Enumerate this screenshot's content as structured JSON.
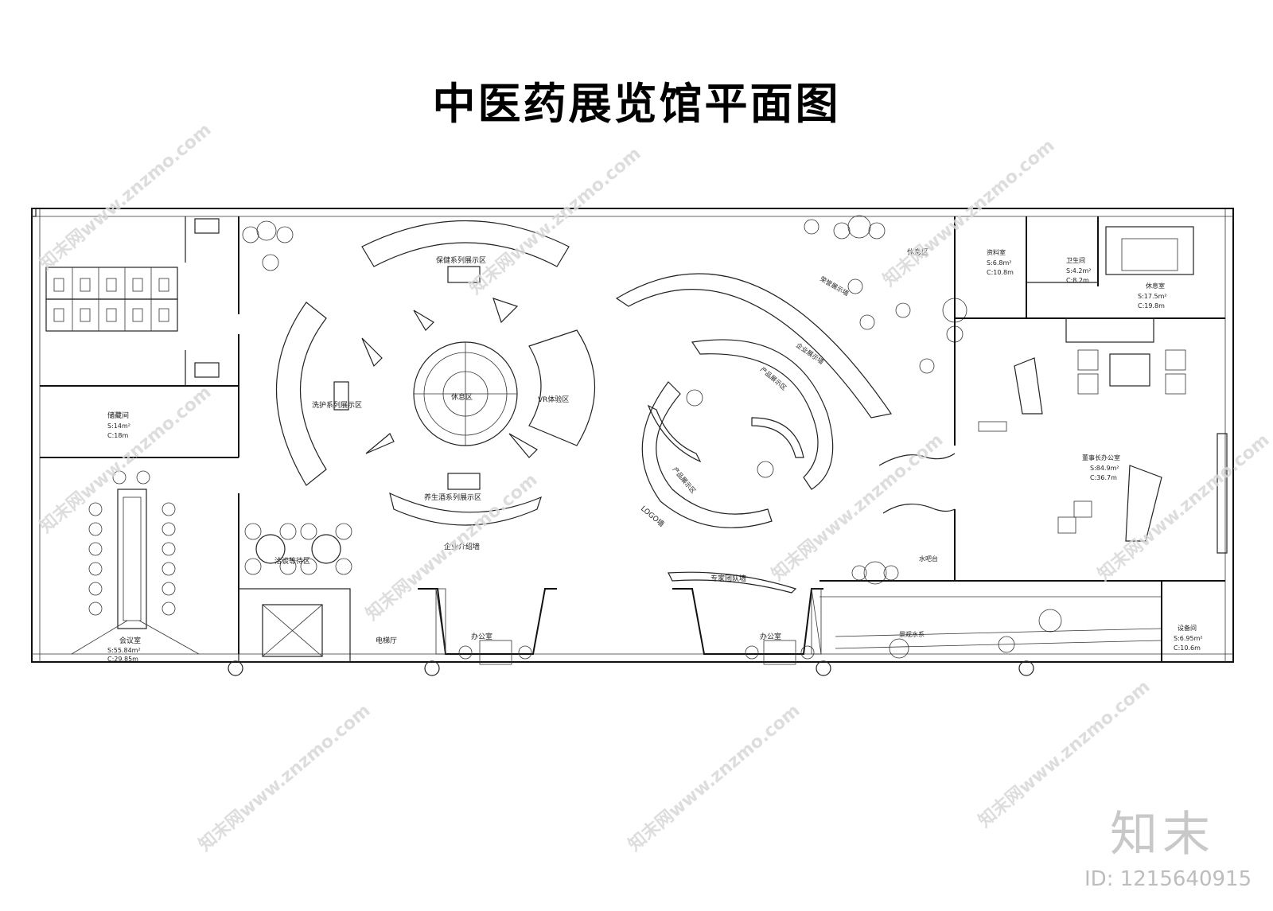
{
  "title": "中医药展览馆平面图",
  "rooms": {
    "storage": {
      "name": "储藏间",
      "area": "S:14m²",
      "perimeter": "C:18m"
    },
    "meeting": {
      "name": "会议室",
      "area": "S:55.84m²",
      "perimeter": "C:29.85m"
    },
    "negotiation": "洽谈等待区",
    "elevator": "电梯厅",
    "office_left": "办公室",
    "office_right": "办公室",
    "material": {
      "name": "资料室",
      "area": "S:6.8m²",
      "perimeter": "C:10.8m"
    },
    "washroom": {
      "name": "卫生间",
      "area": "S:4.2m²",
      "perimeter": "C:8.2m"
    },
    "rest_room": {
      "name": "休息室",
      "area": "S:17.5m²",
      "perimeter": "C:19.8m"
    },
    "chairman": {
      "name": "董事长办公室",
      "area": "S:84.9m²",
      "perimeter": "C:36.7m"
    },
    "equipment": {
      "name": "设备间",
      "area": "S:6.95m²",
      "perimeter": "C:10.6m"
    }
  },
  "zones": {
    "health_series": "保健系列展示区",
    "care_series": "洗护系列展示区",
    "rest_center": "休息区",
    "vr": "VR体验区",
    "wellness_wine": "养生酒系列展示区",
    "company_wall": "企业介绍墙",
    "honor_wall": "荣誉展示墙",
    "rest_right": "休息区",
    "product_wall": "企业展示墙",
    "product_a": "产品展示区",
    "product_b": "产品展示区",
    "logo_wall": "LOGO墙",
    "expert_wall": "专家团队墙",
    "water_bar": "水吧台",
    "landscape": "景观水系"
  },
  "watermark_text": "知末网www.znzmo.com",
  "logo_text": "知末",
  "image_id": "ID: 1215640915"
}
